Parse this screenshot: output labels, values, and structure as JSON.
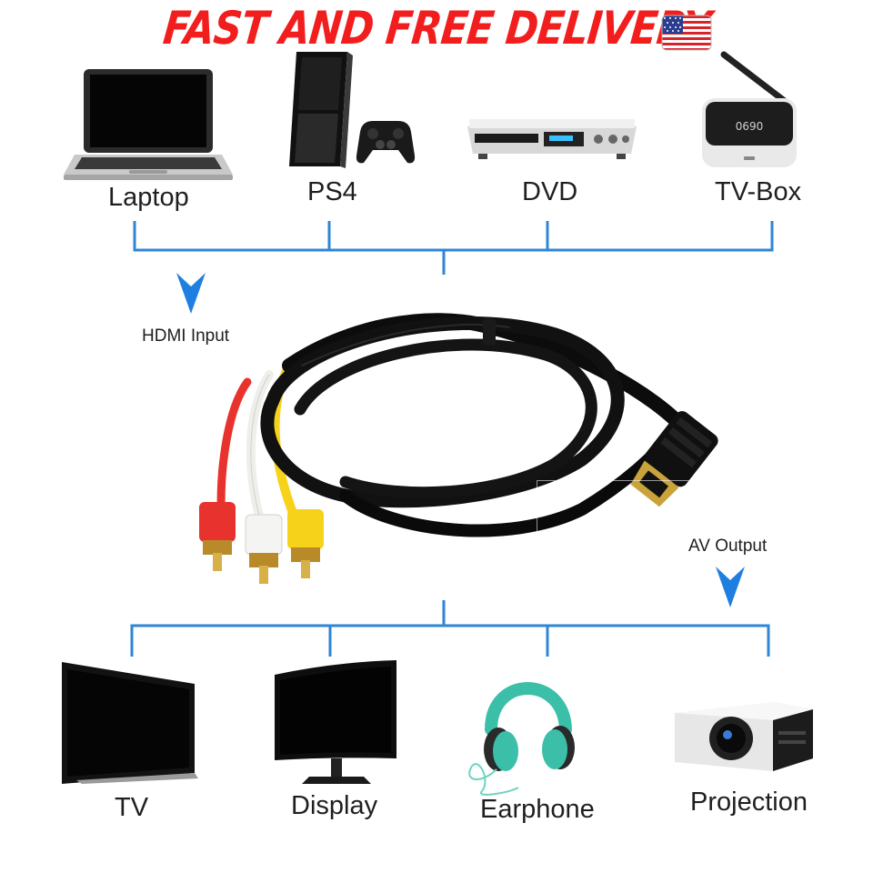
{
  "banner": {
    "text": "FAST AND FREE DELIVERY",
    "flag_icon": "us-flag-icon",
    "color": "#f21d1d"
  },
  "input": {
    "label": "HDMI Input",
    "devices": [
      {
        "name": "Laptop",
        "icon": "laptop-icon"
      },
      {
        "name": "PS4",
        "icon": "ps4-console-icon"
      },
      {
        "name": "DVD",
        "icon": "dvd-player-icon"
      },
      {
        "name": "TV-Box",
        "icon": "tv-box-icon"
      }
    ]
  },
  "output": {
    "label": "AV Output",
    "devices": [
      {
        "name": "TV",
        "icon": "tv-icon"
      },
      {
        "name": "Display",
        "icon": "monitor-icon"
      },
      {
        "name": "Earphone",
        "icon": "headphones-icon"
      },
      {
        "name": "Projection",
        "icon": "projector-icon"
      }
    ]
  },
  "product": {
    "icon": "hdmi-to-rca-cable-icon",
    "plug_colors": [
      "#e8322d",
      "#f4f4f2",
      "#f7d21b"
    ]
  },
  "colors": {
    "connector_lines": "#2f86d6",
    "arrow": "#1f7fe0"
  }
}
